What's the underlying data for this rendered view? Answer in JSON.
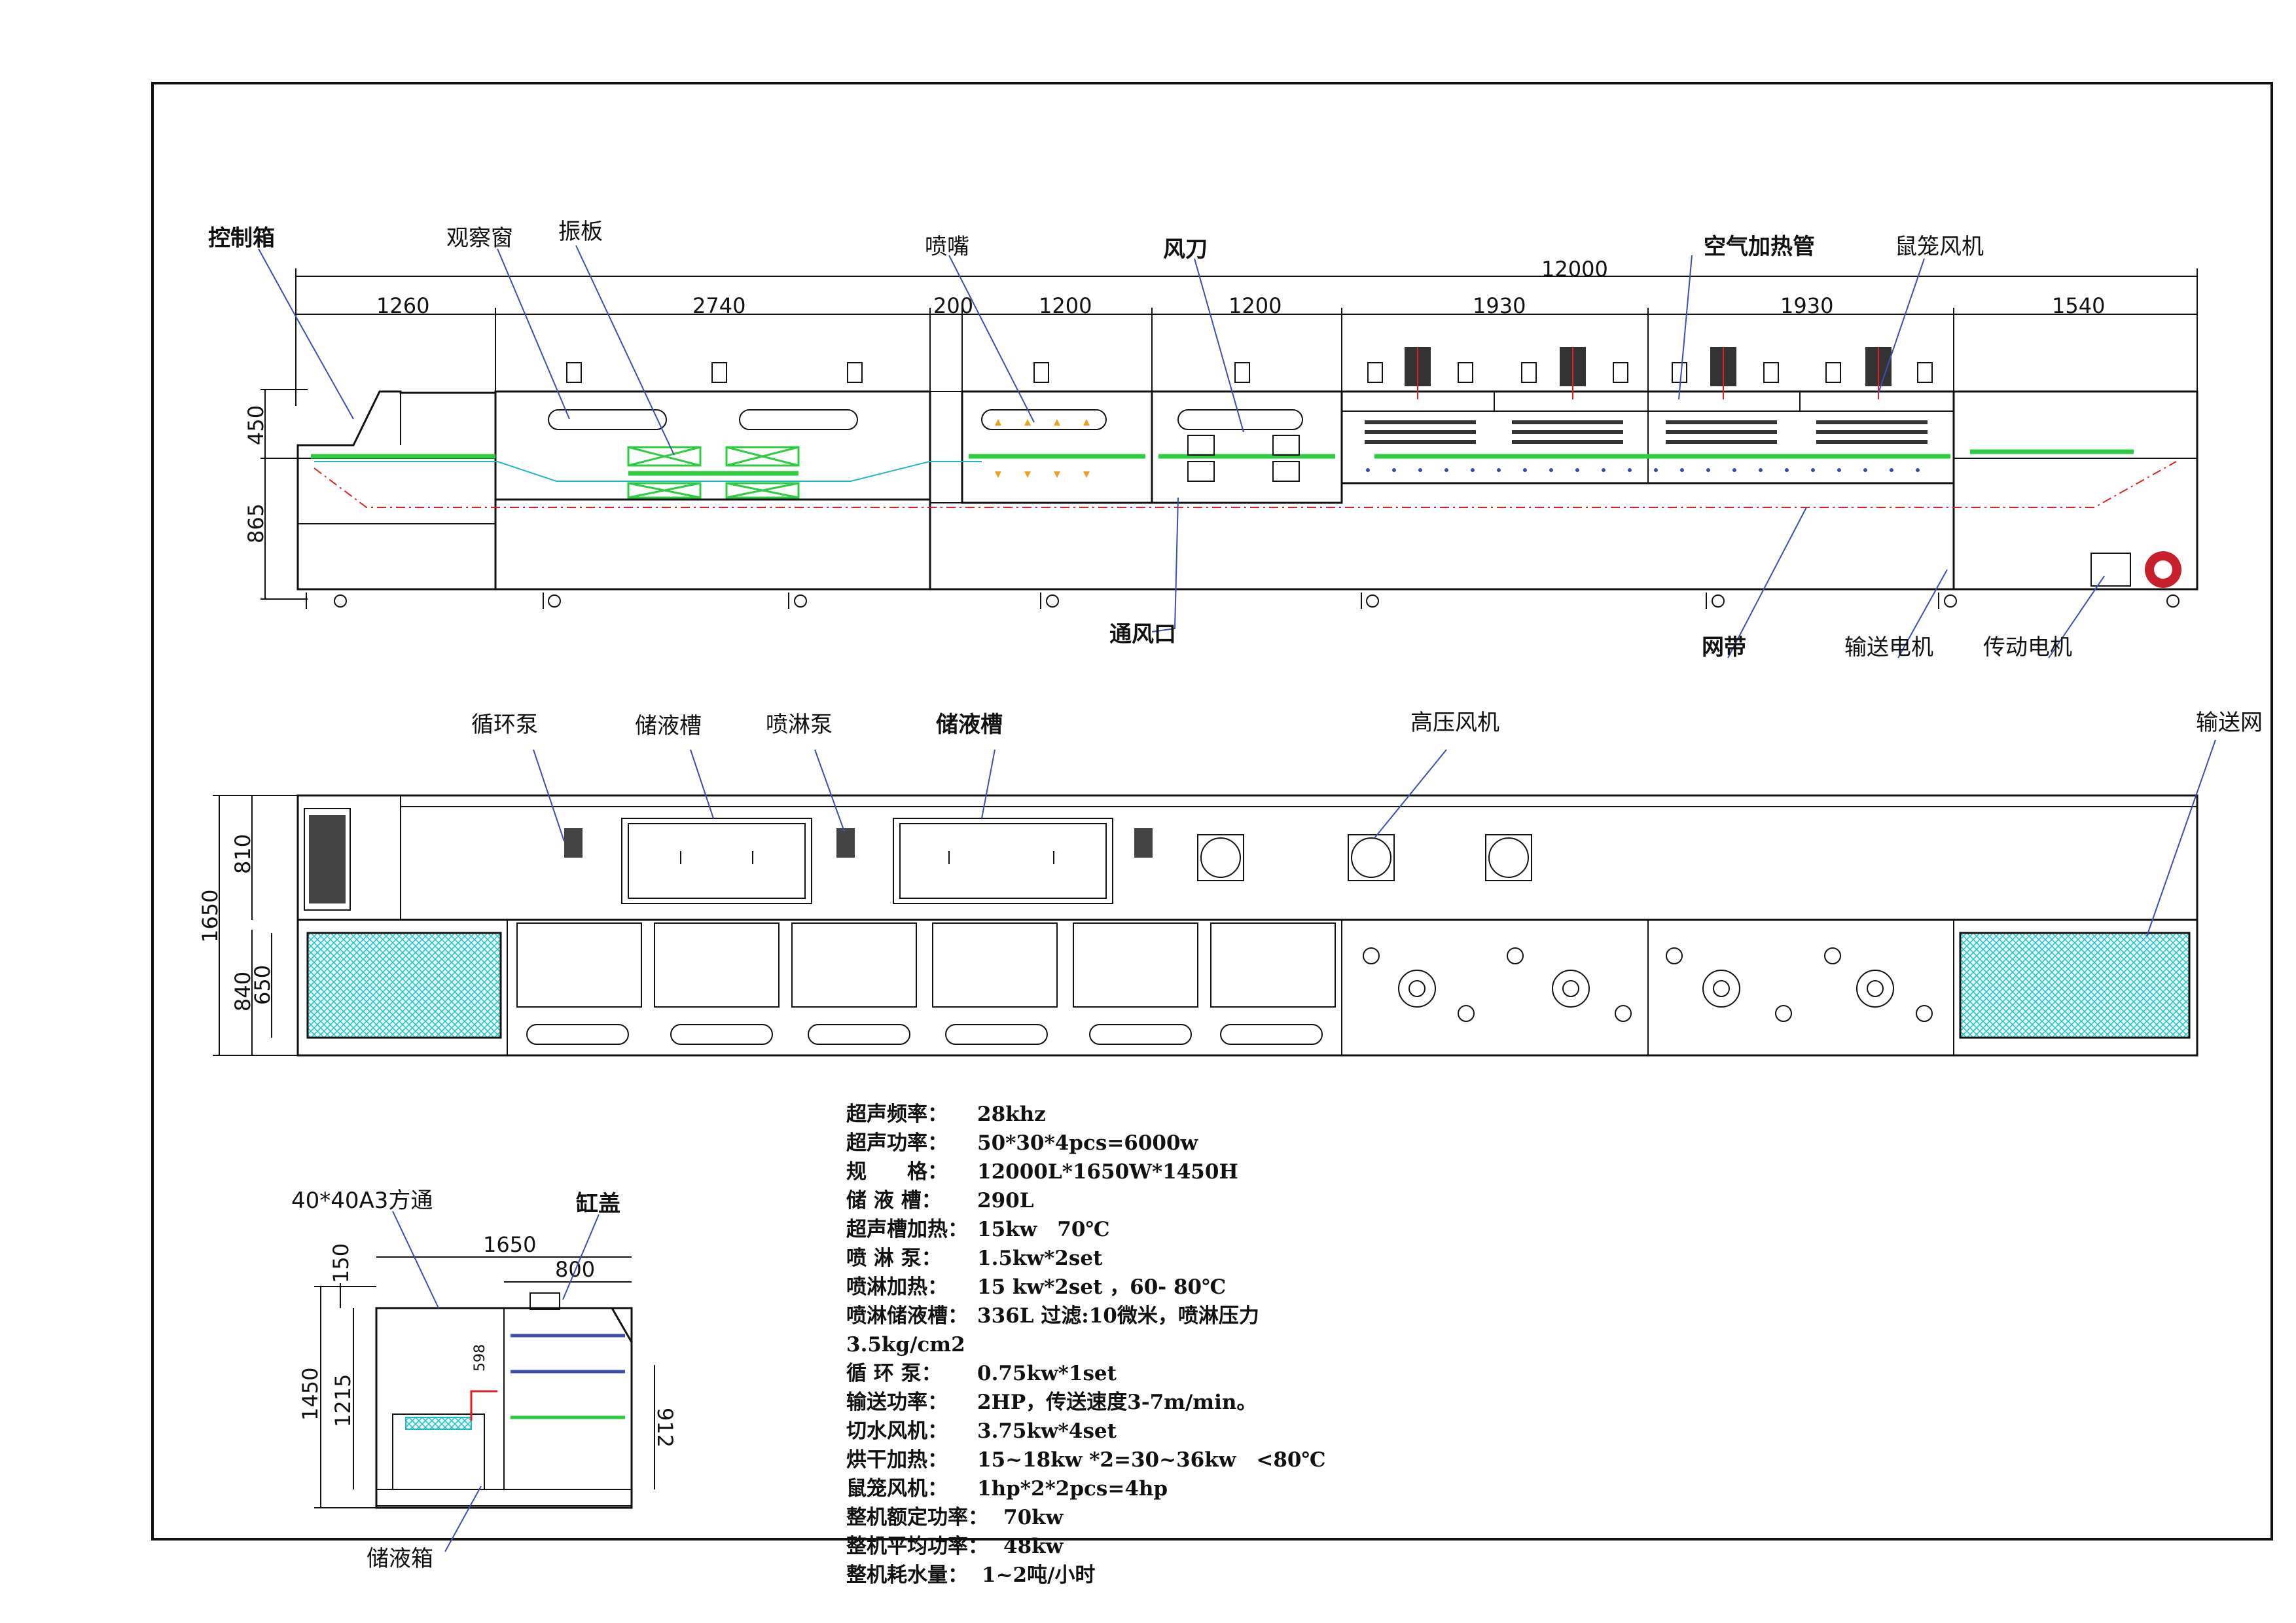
{
  "side_view": {
    "labels": {
      "control_box": "控制箱",
      "observation_window": "观察窗",
      "vibration_plate": "振板",
      "nozzle": "喷嘴",
      "air_knife": "风刀",
      "air_heating_tube": "空气加热管",
      "squirrel_cage_fan": "鼠笼风机",
      "vent": "通风口",
      "mesh_belt": "网带",
      "conveyor_motor": "输送电机",
      "drive_motor": "传动电机"
    },
    "dims": {
      "total": "12000",
      "d1": "1260",
      "d2": "2740",
      "d3": "200",
      "d4": "1200",
      "d5": "1200",
      "d6": "1930",
      "d7": "1930",
      "d8": "1540",
      "h_upper": "450",
      "h_lower": "865"
    }
  },
  "top_view": {
    "labels": {
      "circulation_pump": "循环泵",
      "storage_tank_1": "储液槽",
      "spray_pump": "喷淋泵",
      "storage_tank_2": "储液槽",
      "high_pressure_fan": "高压风机",
      "conveyor_mesh": "输送网"
    },
    "dims": {
      "total_w": "1650",
      "upper": "810",
      "lower": "840",
      "inner": "650"
    }
  },
  "end_view": {
    "labels": {
      "square_tube": "40*40A3方通",
      "tank_cover": "缸盖",
      "storage_box": "储液箱"
    },
    "dims": {
      "w": "1650",
      "w_inner": "800",
      "top": "150",
      "h": "1450",
      "h_inner": "1215",
      "small": "598",
      "right": "912"
    }
  },
  "specs": [
    {
      "k": "超声频率：",
      "v": "28khz"
    },
    {
      "k": "超声功率：",
      "v": "50*30*4pcs=6000w"
    },
    {
      "k": "规　　格：",
      "v": "12000L*1650W*1450H"
    },
    {
      "k": "储 液 槽：",
      "v": "290L"
    },
    {
      "k": "超声槽加热：",
      "v": "15kw　70℃"
    },
    {
      "k": "喷 淋 泵：",
      "v": "1.5kw*2set"
    },
    {
      "k": "喷淋加热：",
      "v": "15 kw*2set ，60- 80℃"
    },
    {
      "k": "喷淋储液槽：",
      "v": "336L 过滤:10微米，喷淋压力"
    },
    {
      "k": "",
      "v": "3.5kg/cm2"
    },
    {
      "k": "循 环 泵：",
      "v": "0.75kw*1set"
    },
    {
      "k": "输送功率：",
      "v": "2HP，传送速度3-7m/min。"
    },
    {
      "k": "切水风机：",
      "v": "3.75kw*4set"
    },
    {
      "k": "烘干加热：",
      "v": "15~18kw *2=30~36kw　<80℃"
    },
    {
      "k": "鼠笼风机：",
      "v": "1hp*2*2pcs=4hp"
    },
    {
      "k": "整机额定功率：",
      "v": "70kw"
    },
    {
      "k": "整机平均功率：",
      "v": "48kw"
    },
    {
      "k": "整机耗水量：",
      "v": "1~2吨/小时"
    }
  ]
}
